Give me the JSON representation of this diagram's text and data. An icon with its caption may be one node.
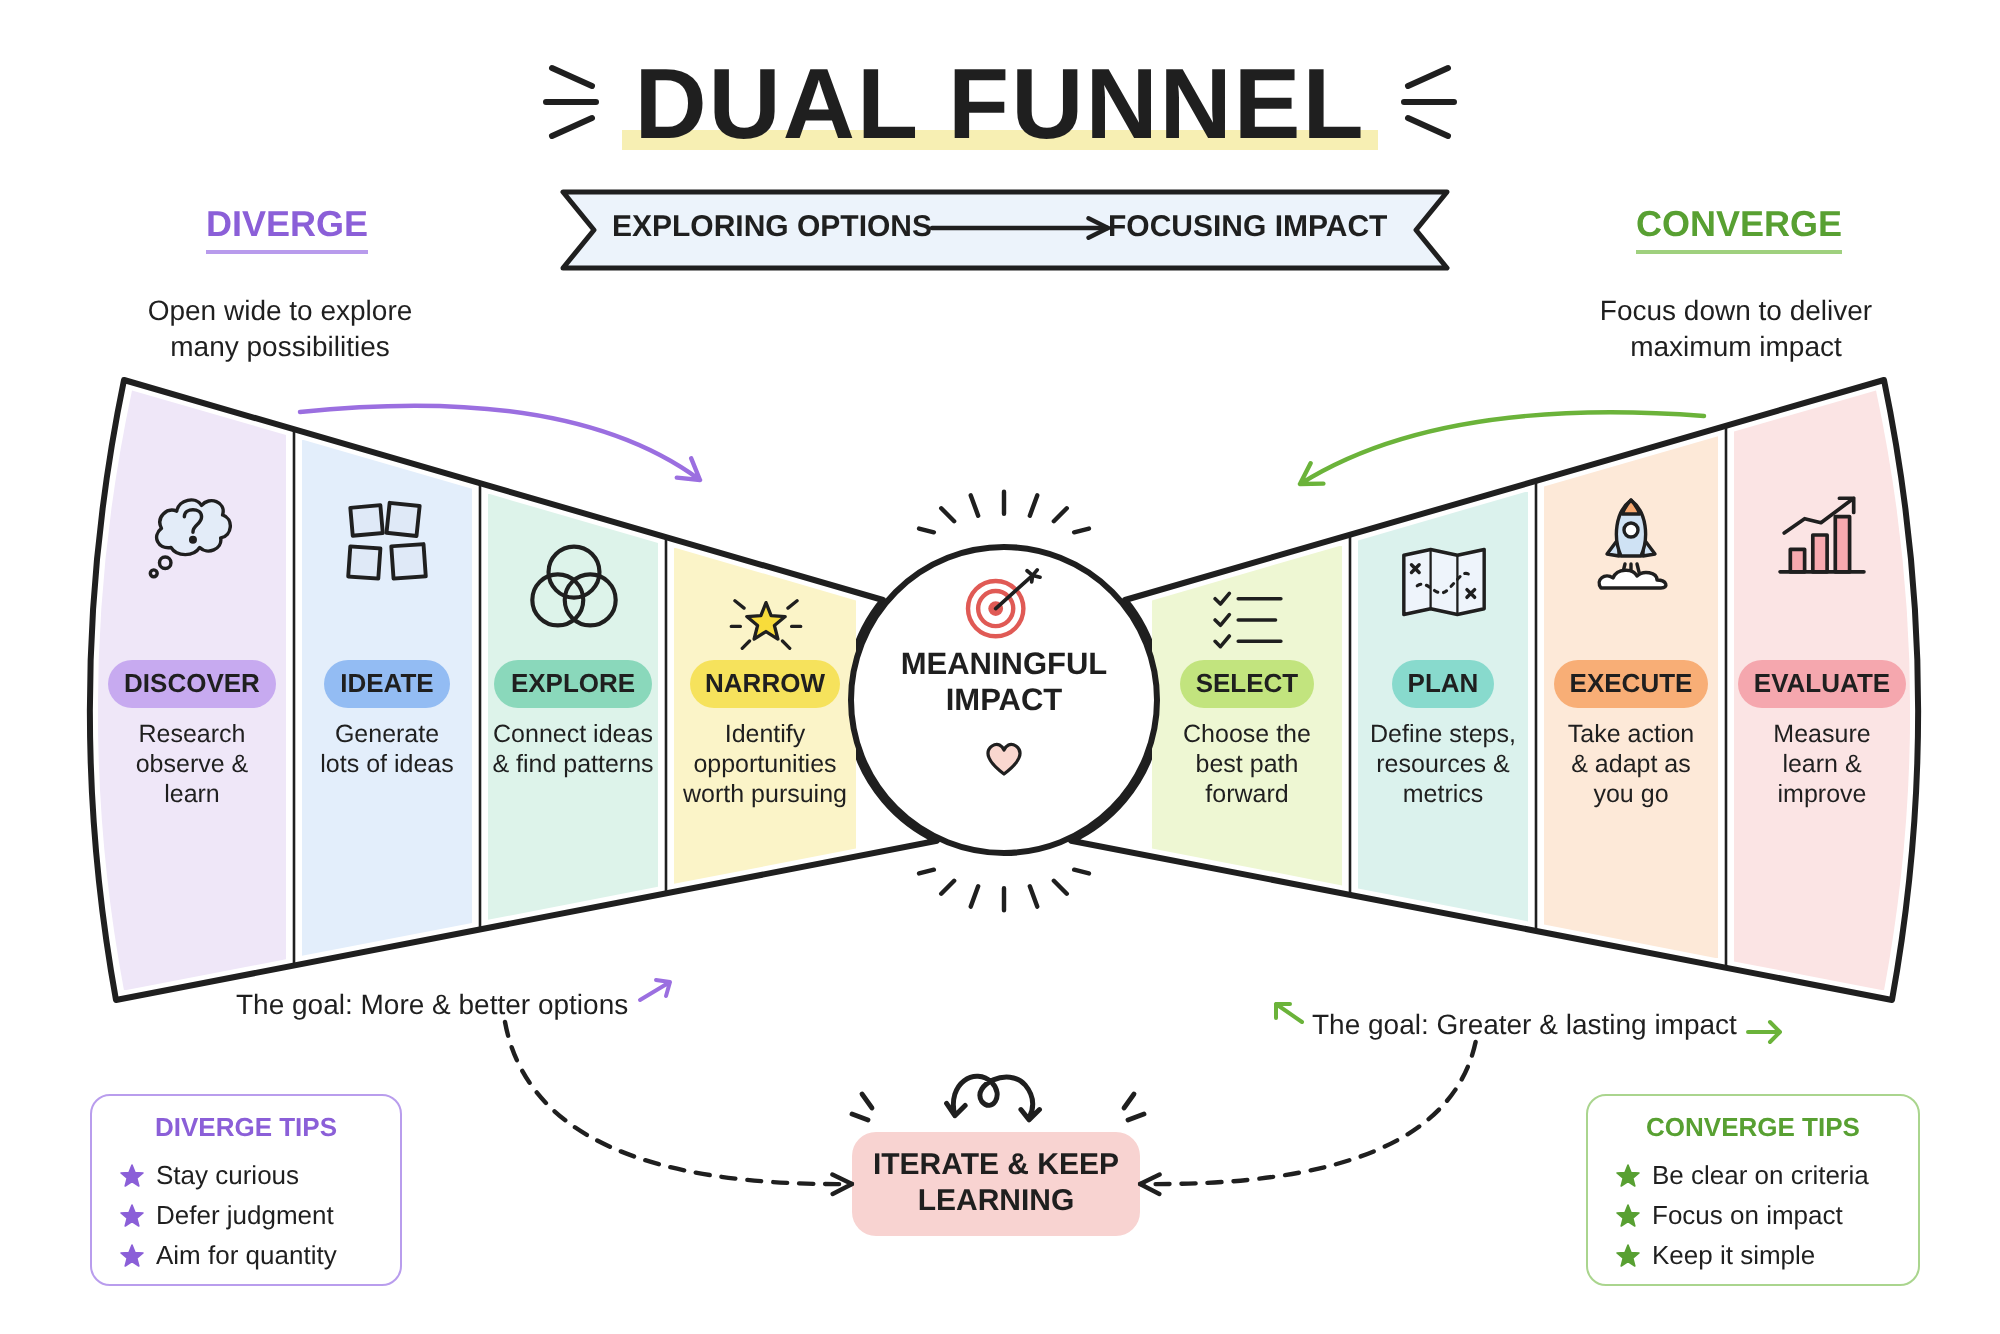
{
  "diagram": {
    "title": "DUAL FUNNEL",
    "nodes": [
      {
        "text": [],
        "shape": "banner"
      },
      {
        "text": [
          "EXPLORING OPTIONS"
        ],
        "in": 0
      },
      {
        "text": [
          "FOCUSING IMPACT"
        ],
        "in": 0
      },
      {
        "text": [],
        "shape": "funnel"
      },
      {
        "text": [
          "DISCOVER",
          "Research observe & learn"
        ],
        "in": 3
      },
      {
        "text": [
          "IDEATE",
          "Generate lots of ideas"
        ],
        "in": 3
      },
      {
        "text": [
          "EXPLORE",
          "Connect ideas & find patterns"
        ],
        "in": 3
      },
      {
        "text": [
          "NARROW",
          "Identify opportunities worth pursuing"
        ],
        "in": 3
      },
      {
        "text": [
          "MEANINGFUL IMPACT"
        ]
      },
      {
        "text": [],
        "shape": "funnel"
      },
      {
        "text": [
          "SELECT",
          "Choose the best path forward"
        ],
        "in": 9
      },
      {
        "text": [
          "PLAN",
          "Define steps, resources & metrics"
        ],
        "in": 9
      },
      {
        "text": [
          "EXECUTE",
          "Take action & adapt as you go"
        ],
        "in": 9
      },
      {
        "text": [
          "EVALUATE",
          "Measure learn & improve"
        ],
        "in": 9
      },
      {
        "text": [
          "The goal: More & better options"
        ]
      },
      {
        "text": [
          "The goal: Greater & lasting impact"
        ]
      },
      {
        "text": [
          "DIVERGE TIPS",
          "Stay curious",
          "Defer judgment",
          "Aim for quantity"
        ]
      },
      {
        "text": [
          "ITERATE & KEEP LEARNING"
        ]
      },
      {
        "text": [
          "CONVERGE TIPS",
          "Be clear on criteria",
          "Focus on impact",
          "Keep it simple"
        ]
      }
    ],
    "edges": [
      {
        "from": 1,
        "to": 2,
        "arrow": "to"
      },
      {
        "from": 14,
        "to": 17,
        "arrow": "to",
        "style": "dashed"
      },
      {
        "from": 15,
        "to": 17,
        "arrow": "to",
        "style": "dashed"
      }
    ],
    "labels": [
      "DIVERGE",
      "Open wide to explore many possibilities",
      "CONVERGE",
      "Focus down to deliver maximum impact"
    ]
  }
}
